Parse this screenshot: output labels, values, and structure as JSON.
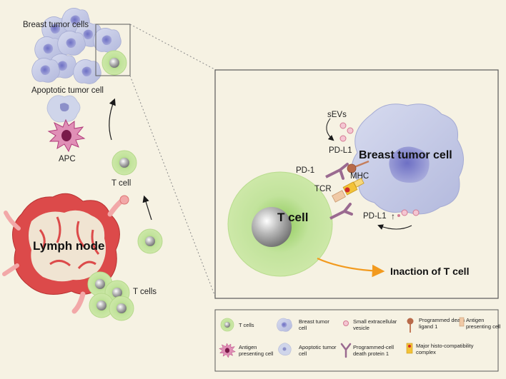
{
  "labels": {
    "breast_tumor_cells": "Breast tumor cells",
    "apoptotic_tumor_cell": "Apoptotic tumor cell",
    "apc": "APC",
    "t_cell_small": "T cell",
    "lymph_node": "Lymph node",
    "t_cells": "T cells"
  },
  "zoom": {
    "sevs": "sEVs",
    "pdl1_top": "PD-L1",
    "pd1": "PD-1",
    "mhc": "MHC",
    "tcr": "TCR",
    "breast_tumor_cell": "Breast tumor cell",
    "t_cell": "T cell",
    "pdl1_bottom": "PD-L1",
    "up_arrow": "↑",
    "inaction": "Inaction of T cell"
  },
  "legend": {
    "t_cells": "T cells",
    "breast_tumor_cell_l1": "Breast tumor",
    "breast_tumor_cell_l2": "cell",
    "sev_l1": "Small extracellular",
    "sev_l2": "vesicle",
    "pdl1_l1": "Programmed death",
    "pdl1_l2": "ligand 1",
    "apc_l1": "Antigen",
    "apc_l2": "presenting cell",
    "apc2_l1": "Antigen",
    "apc2_l2": "presenting cell",
    "apoptotic_l1": "Apoptotic tumor",
    "apoptotic_l2": "cell",
    "pd1_l1": "Programmed-cell",
    "pd1_l2": "death protein 1",
    "mhc_l1": "Major histo-compatibility",
    "mhc_l2": "complex"
  },
  "colors": {
    "background": "#f6f2e3",
    "tcell_green": "#c3e39a",
    "tumor_lavender": "#b8bee0",
    "lymph_red": "#dc4a4a",
    "apc_magenta": "#b03a7a",
    "arrow_orange": "#f29a1e",
    "receptor_purple": "#9a6a90"
  }
}
